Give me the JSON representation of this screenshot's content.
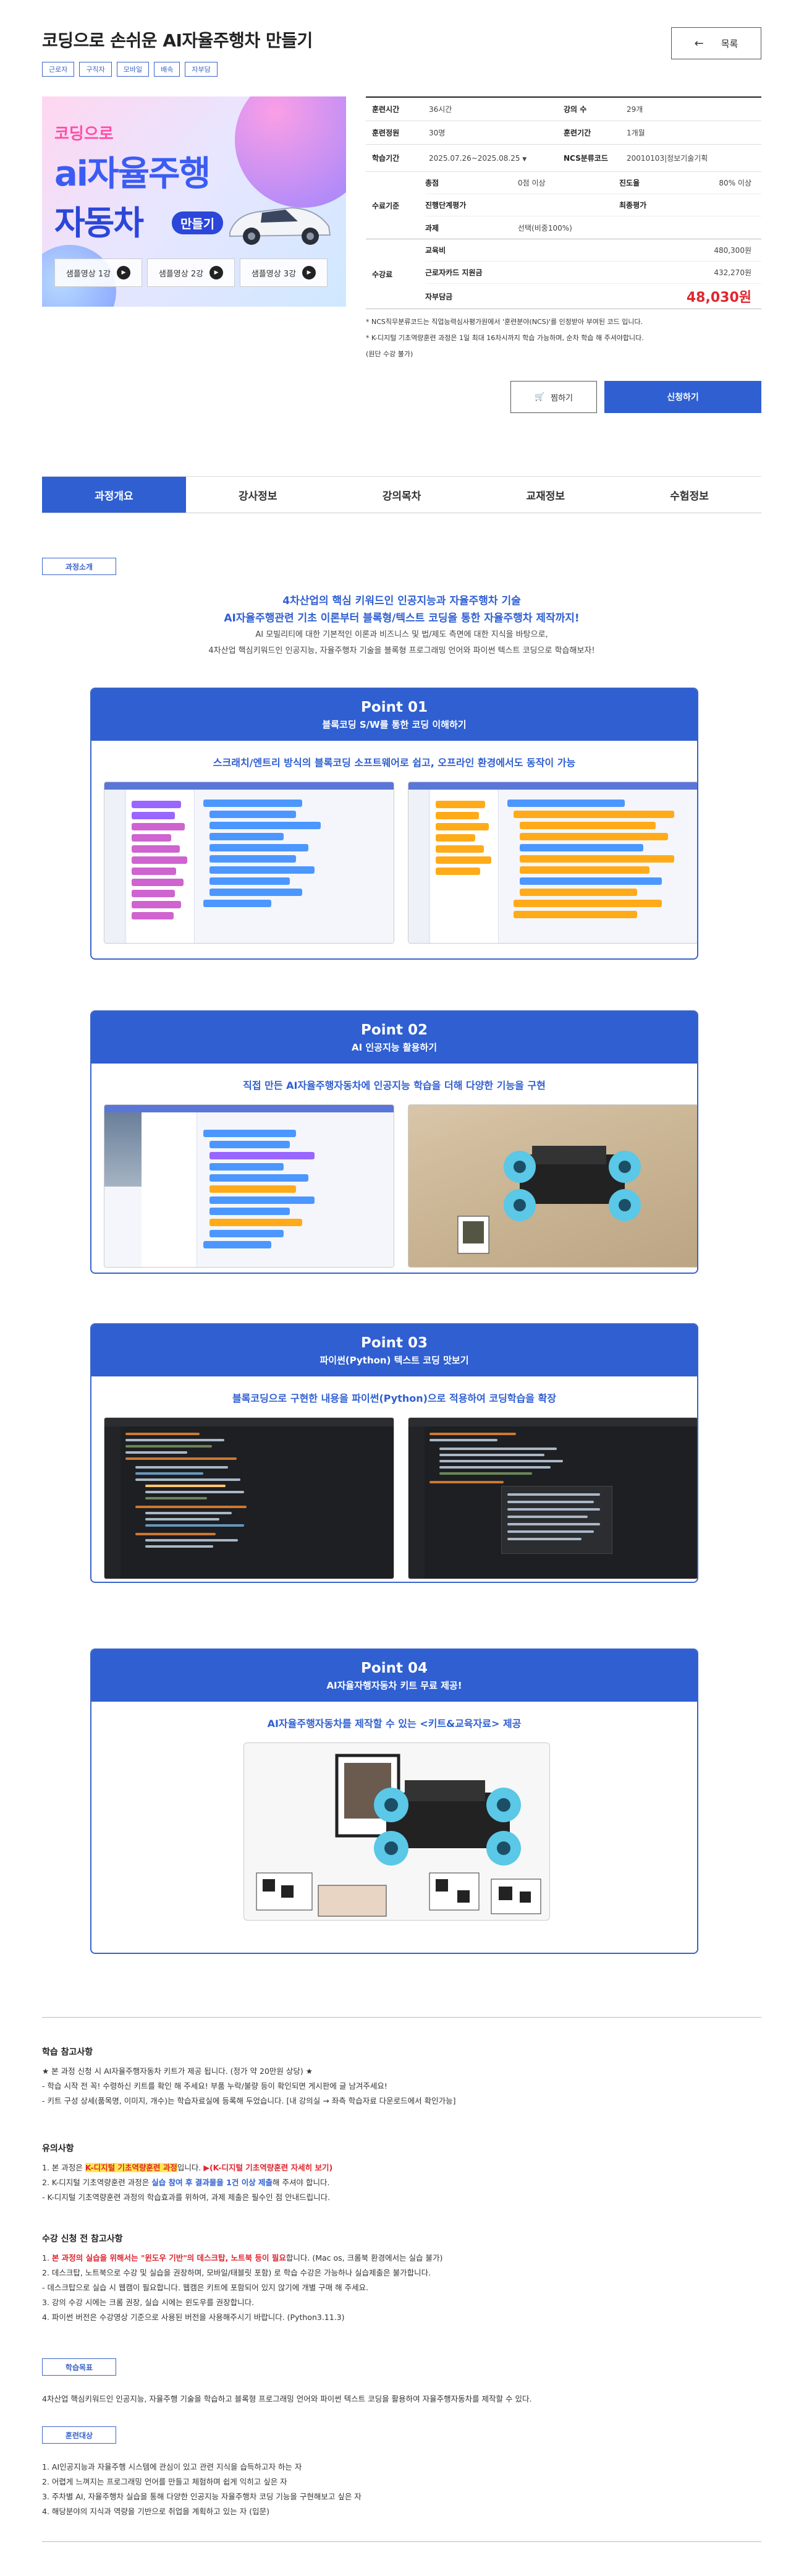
{
  "header": {
    "title": "코딩으로 손쉬운 AI자율주행차 만들기",
    "list_button": "목록",
    "tags": [
      "근로자",
      "구직자",
      "모바일",
      "배속",
      "자부담"
    ]
  },
  "hero": {
    "line1": "코딩으로",
    "line2": "ai자율주행",
    "line3": "자동차",
    "badge": "만들기",
    "samples": [
      "샘플영상 1강",
      "샘플영상 2강",
      "샘플영상 3강"
    ]
  },
  "info": {
    "training_time_label": "훈련시간",
    "training_time": "36시간",
    "lessons_label": "강의 수",
    "lessons": "29개",
    "capacity_label": "훈련정원",
    "capacity": "30명",
    "period_label": "훈련기간",
    "period": "1개월",
    "study_period_label": "학습기간",
    "study_period": "2025.07.26~2025.08.25",
    "ncs_label": "NCS분류코드",
    "ncs": "20010103|정보기술기획",
    "criteria_label": "수료기준",
    "total_label": "총점",
    "total": "0점 이상",
    "progress_label": "진도율",
    "progress": "80% 이상",
    "eval_label": "진행단계평가",
    "final_label": "최종평가",
    "task_label": "과제",
    "task": "선택(비중100%)",
    "fee_label": "수강료",
    "edu_fee_label": "교육비",
    "edu_fee": "480,300원",
    "card_label": "근로자카드 지원금",
    "card": "432,270원",
    "self_label": "자부담금",
    "self": "48,030원"
  },
  "notes": [
    "* NCS직무분류코드는 직업능력심사평가원에서 '훈련분야(NCS)'를 인정받아 부여된 코드 입니다.",
    "* K-디지털 기초역량훈련 과정은 1일 최대 16차시까지 학습 가능하며, 순차 학습 해 주셔야합니다.",
    "(원단 수강 불가)"
  ],
  "actions": {
    "like": "찜하기",
    "apply": "신청하기"
  },
  "tabs": [
    "과정개요",
    "강사정보",
    "강의목차",
    "교재정보",
    "수험정보"
  ],
  "intro": {
    "badge": "과정소개",
    "line1": "4차산업의 핵심 키워드인 인공지능과 자율주행차 기술",
    "line2": "AI자율주행관련 기초 이론부터 블록형/텍스트 코딩을 통한 자율주행차 제작까지!",
    "line3": "AI 모빌리티에 대한 기본적인 이론과 비즈니스 및 법/제도 측면에 대한 지식을 바탕으로,",
    "line4": "4차산업 핵심키워드인 인공지능, 자율주행차 기술을 블록형 프로그래밍 언어와 파이썬 텍스트 코딩으로 학습해보자!"
  },
  "points": [
    {
      "num": "Point 01",
      "title": "블록코딩 S/W를 통한 코딩 이해하기",
      "sub": "스크래치/엔트리 방식의 블록코딩 소프트웨어로 쉽고, 오프라인 환경에서도 동작이 가능"
    },
    {
      "num": "Point 02",
      "title": "AI 인공지능 활용하기",
      "sub": "직접 만든 AI자율주행자동차에 인공지능 학습을 더해 다양한 기능을 구현"
    },
    {
      "num": "Point 03",
      "title": "파이썬(Python) 텍스트 코딩 맛보기",
      "sub": "블록코딩으로 구현한 내용을 파이썬(Python)으로 적용하여 코딩학습을 확장"
    },
    {
      "num": "Point 04",
      "title": "AI자율자행자동차 키트 무료 제공!",
      "sub": "AI자율주행자동차를 제작할 수 있는 <키트&교육자료> 제공"
    }
  ],
  "study_notes": {
    "title": "학습 참고사항",
    "l1": "★ 본 과정 신청 시 AI자율주행자동차 키트가 제공 됩니다. (정가 약 20만원 상당) ★",
    "l2": "- 학습 시작 전 꼭! 수령하신 키트를 확인 해 주세요! 부품 누락/불량 등이 확인되면 게시판에 글 남겨주세요!",
    "l3": "- 키트 구성 상세(품목명, 이미지, 개수)는 학습자료실에 등록해 두었습니다. [내 강의실 → 좌측 학습자료 다운로드에서 확인가능]"
  },
  "caution": {
    "title": "유의사항",
    "l1a": "1. 본 과정은",
    "l1b": "K-디지털 기초역량훈련 과정",
    "l1c": "입니다.",
    "l1d": "▶(K-디지털 기초역량훈련 자세히 보기)",
    "l2a": "2. K-디지털 기초역량훈련 과정은",
    "l2b": "실습 참여 후 결과물을 1건 이상 제출",
    "l2c": "해 주셔야 합니다.",
    "l3": "- K-디지털 기초역량훈련 과정의 학습효과를 위하여, 과제 제출은 필수인 점 안내드립니다."
  },
  "precheck": {
    "title": "수강 신청 전 참고사항",
    "l1a": "1.",
    "l1b": "본 과정의 실습을 위해서는 \"윈도우 기반\"의 데스크탑, 노트북 등이 필요",
    "l1c": "합니다. (Mac os, 크롬북 환경에서는 실습 불가)",
    "l2": "2. 데스크탑, 노트북으로 수강 및 실습을 권장하며, 모바일/태블릿 포함) 로 학습 수강은 가능하나 실습제출은 불가합니다.",
    "l3": "- 데스크탑으로 실습 시 웹캠이 필요합니다. 웹캠은 키트에 포함되어 있지 않기에 개별 구매 해 주세요.",
    "l4": "3. 강의 수강 시에는 크롬 권장, 실습 시에는 윈도우를 권장합니다.",
    "l5": "4. 파이썬 버전은 수강영상 기준으로 사용된 버전을 사용해주시기 바랍니다. (Python3.11.3)"
  },
  "goal": {
    "badge": "학습목표",
    "text": "4차산업 핵심키워드인 인공지능, 자율주행 기술을 학습하고 블록형 프로그래밍 언어와 파이썬 텍스트 코딩을 활용하여 자율주행자동차를 제작할 수 있다."
  },
  "target": {
    "badge": "훈련대상",
    "l1": "1. AI인공지능과 자율주행 시스템에 관심이 있고 관련 지식을 습득하고자 하는 자",
    "l2": "2. 어렵게 느껴지는 프로그래밍 언어를 만들고 체험하며 쉽게 익히고 싶은 자",
    "l3": "3. 주차별 AI, 자율주행차 실습을 통해 다양한 인공지능 자율주행차 코딩 기능을 구현해보고 싶은 자",
    "l4": "4. 해당분야의 지식과 역량을 기반으로 취업을 계획하고 있는 자 (입문)"
  }
}
